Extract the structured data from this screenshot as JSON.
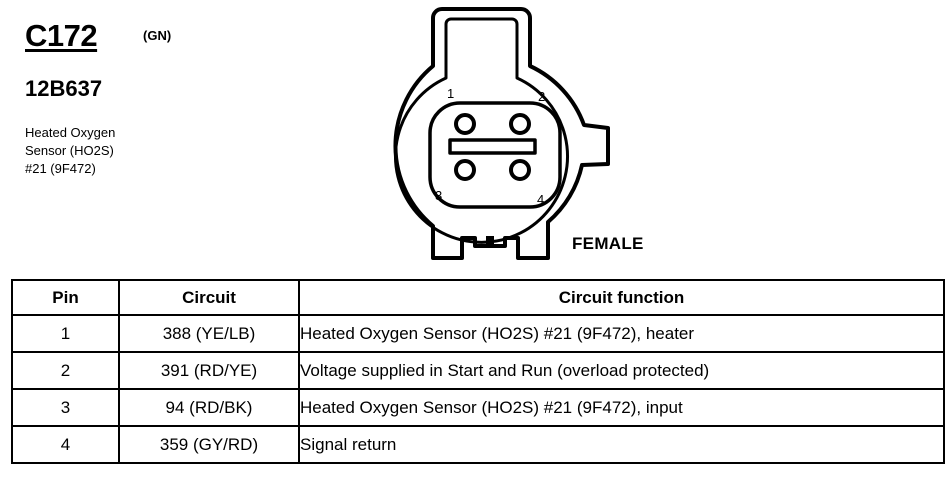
{
  "connector": {
    "id": "C172",
    "color": "(GN)",
    "part_number": "12B637",
    "description_lines": [
      "Heated Oxygen",
      "Sensor (HO2S)",
      "#21 (9F472)"
    ],
    "gender": "FEMALE",
    "pin_labels": [
      "1",
      "2",
      "3",
      "4"
    ]
  },
  "table": {
    "headers": [
      "Pin",
      "Circuit",
      "Circuit function"
    ],
    "rows": [
      {
        "pin": "1",
        "circuit": "388 (YE/LB)",
        "function": "Heated Oxygen Sensor (HO2S) #21 (9F472), heater"
      },
      {
        "pin": "2",
        "circuit": "391 (RD/YE)",
        "function": "Voltage supplied in Start and Run (overload protected)"
      },
      {
        "pin": "3",
        "circuit": "94 (RD/BK)",
        "function": "Heated Oxygen Sensor (HO2S) #21 (9F472), input"
      },
      {
        "pin": "4",
        "circuit": "359 (GY/RD)",
        "function": "Signal return"
      }
    ]
  }
}
